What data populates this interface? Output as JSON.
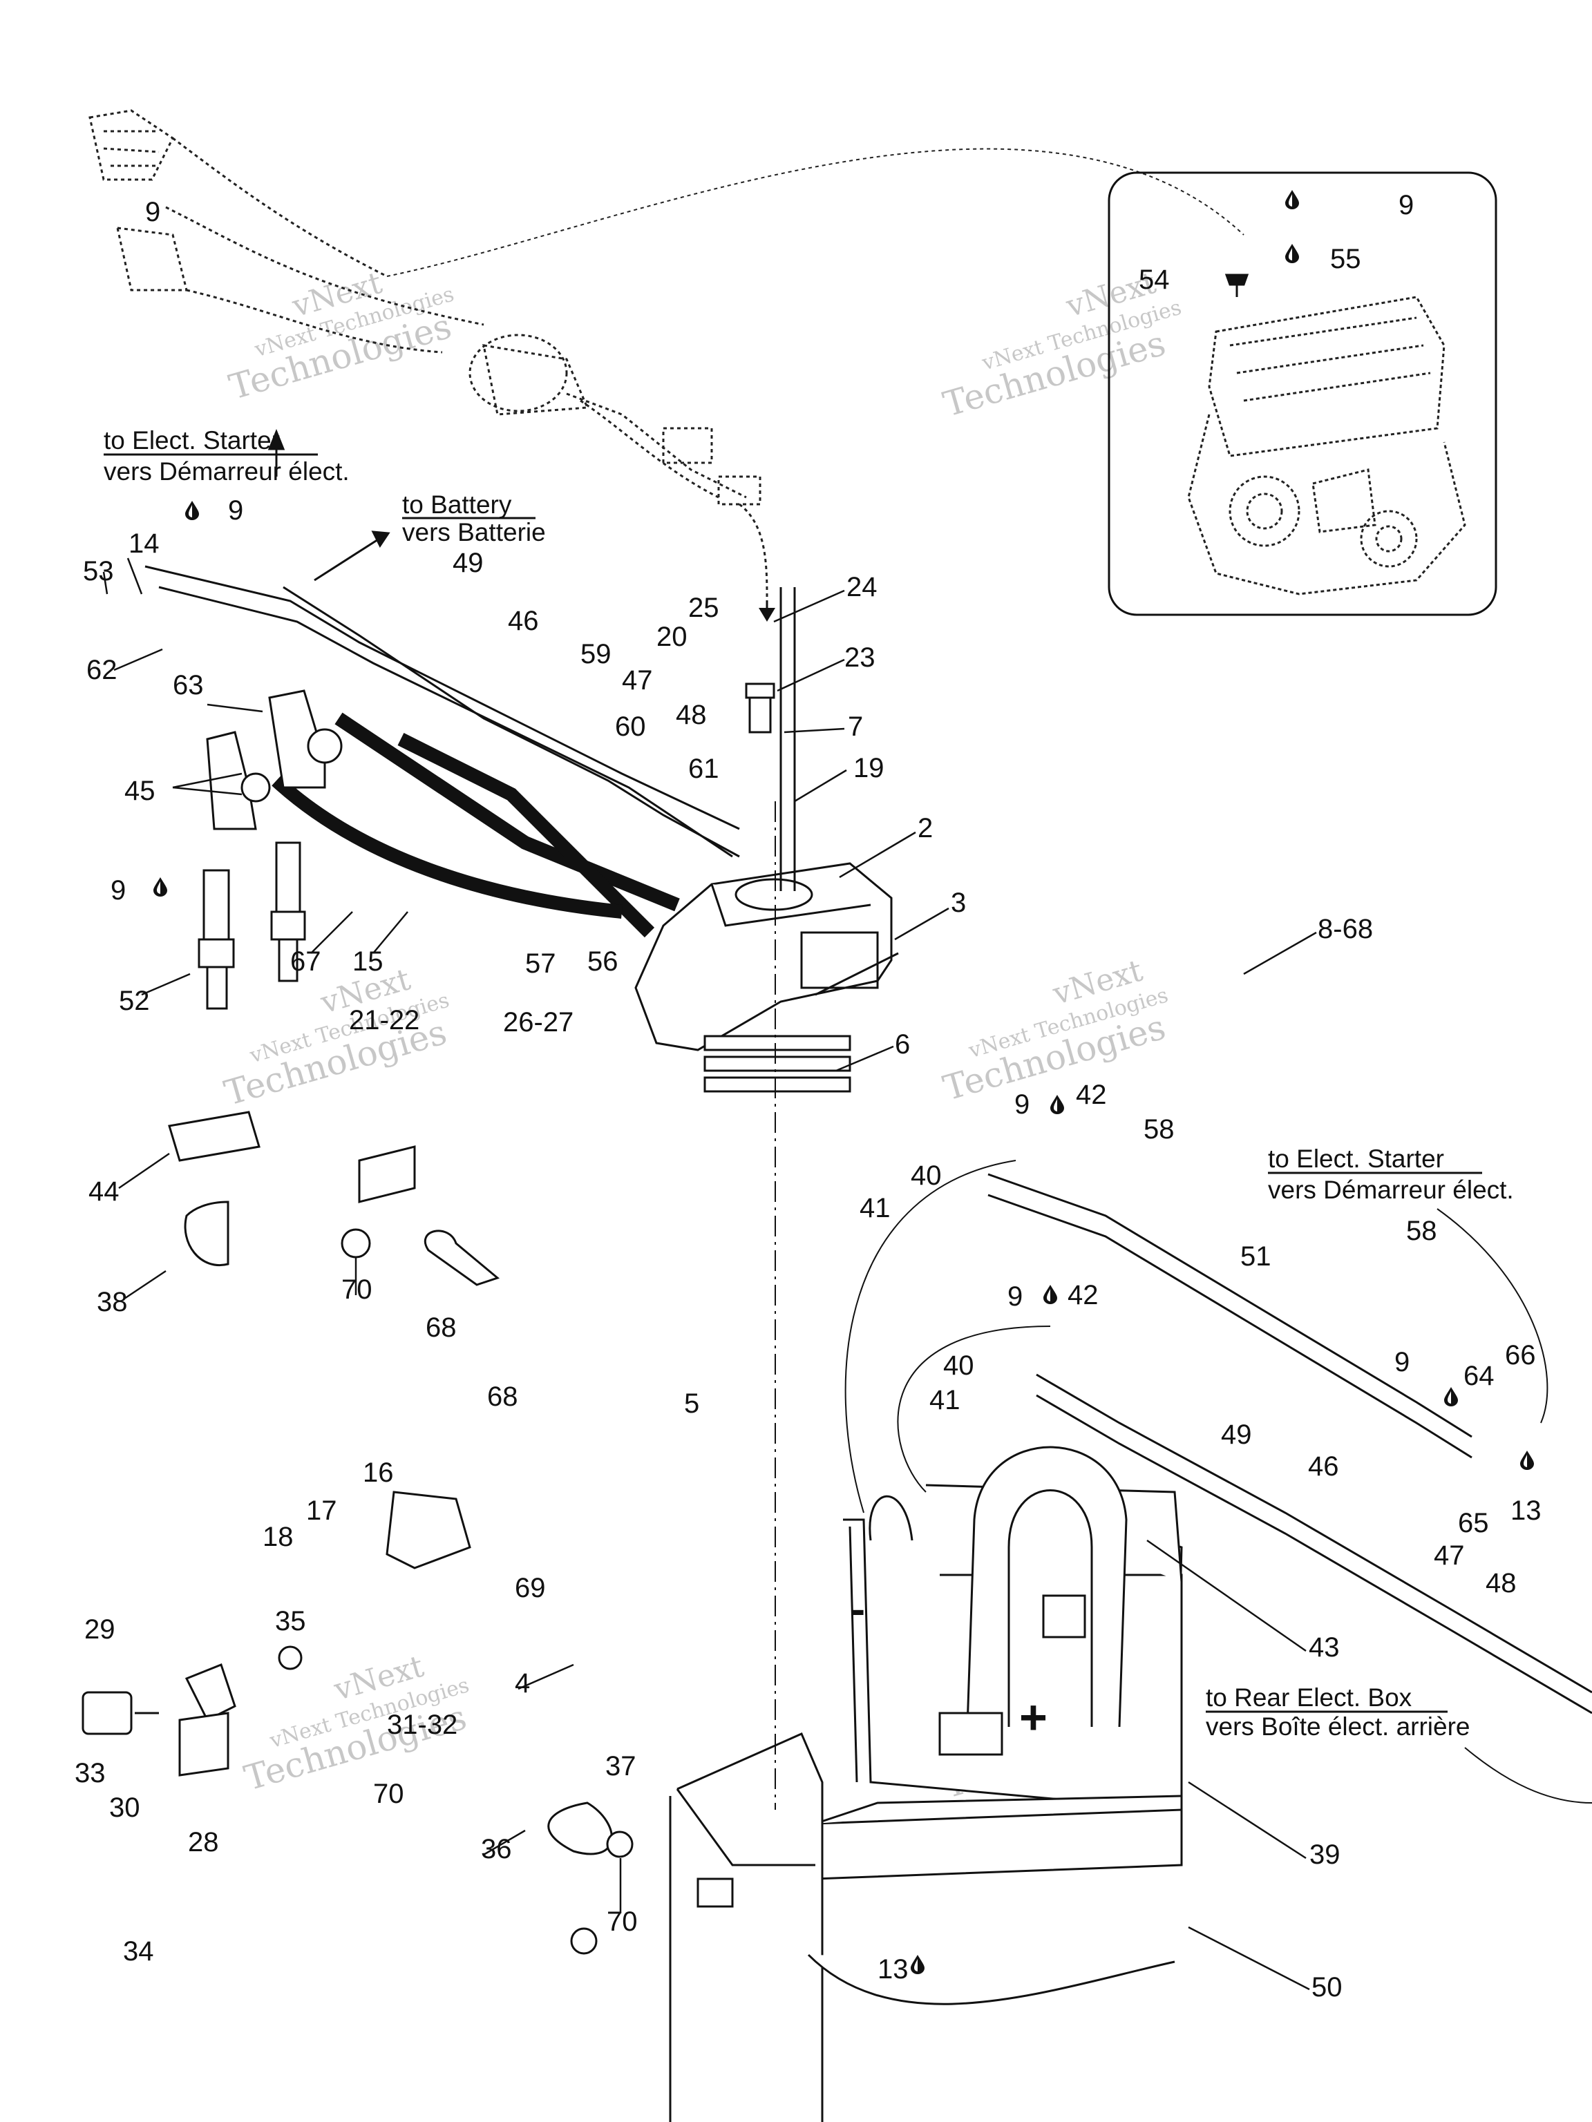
{
  "watermark": {
    "line1": "vNext",
    "line2": "Technologies",
    "small": "vNext Technologies"
  },
  "destinations": {
    "starter_left": {
      "en": "to Elect. Starter",
      "fr": "vers Démarreur élect."
    },
    "battery": {
      "en": "to Battery",
      "fr": "vers Batterie"
    },
    "starter_right": {
      "en": "to Elect. Starter",
      "fr": "vers Démarreur élect."
    },
    "rear_box": {
      "en": "to Rear Elect. Box",
      "fr": "vers Boîte élect. arrière"
    }
  },
  "callouts": {
    "c2": "2",
    "c3": "3",
    "c4": "4",
    "c5": "5",
    "c6": "6",
    "c7": "7",
    "c8_68": "8-68",
    "c9a": "9",
    "c9b": "9",
    "c9c": "9",
    "c9d": "9",
    "c9e": "9",
    "c9f": "9",
    "c13a": "13",
    "c13b": "13",
    "c14": "14",
    "c15": "15",
    "c16": "16",
    "c17": "17",
    "c18": "18",
    "c19": "19",
    "c20": "20",
    "c21_22": "21-22",
    "c23": "23",
    "c24": "24",
    "c25": "25",
    "c26_27": "26-27",
    "c28": "28",
    "c29": "29",
    "c30": "30",
    "c31_32": "31-32",
    "c33": "33",
    "c34": "34",
    "c35": "35",
    "c36": "36",
    "c37": "37",
    "c38": "38",
    "c39": "39",
    "c40a": "40",
    "c40b": "40",
    "c41a": "41",
    "c41b": "41",
    "c42a": "42",
    "c42b": "42",
    "c43": "43",
    "c44": "44",
    "c45": "45",
    "c46a": "46",
    "c46b": "46",
    "c47a": "47",
    "c47b": "47",
    "c48a": "48",
    "c48b": "48",
    "c49a": "49",
    "c49b": "49",
    "c50": "50",
    "c51": "51",
    "c52": "52",
    "c53": "53",
    "c54": "54",
    "c55": "55",
    "c56": "56",
    "c57": "57",
    "c58a": "58",
    "c58b": "58",
    "c59": "59",
    "c60": "60",
    "c61": "61",
    "c62": "62",
    "c63": "63",
    "c64": "64",
    "c65": "65",
    "c66": "66",
    "c67": "67",
    "c68a": "68",
    "c68b": "68",
    "c69": "69",
    "c70a": "70",
    "c70b": "70",
    "c70c": "70"
  },
  "terminals": {
    "minus": "-",
    "plus": "+"
  }
}
